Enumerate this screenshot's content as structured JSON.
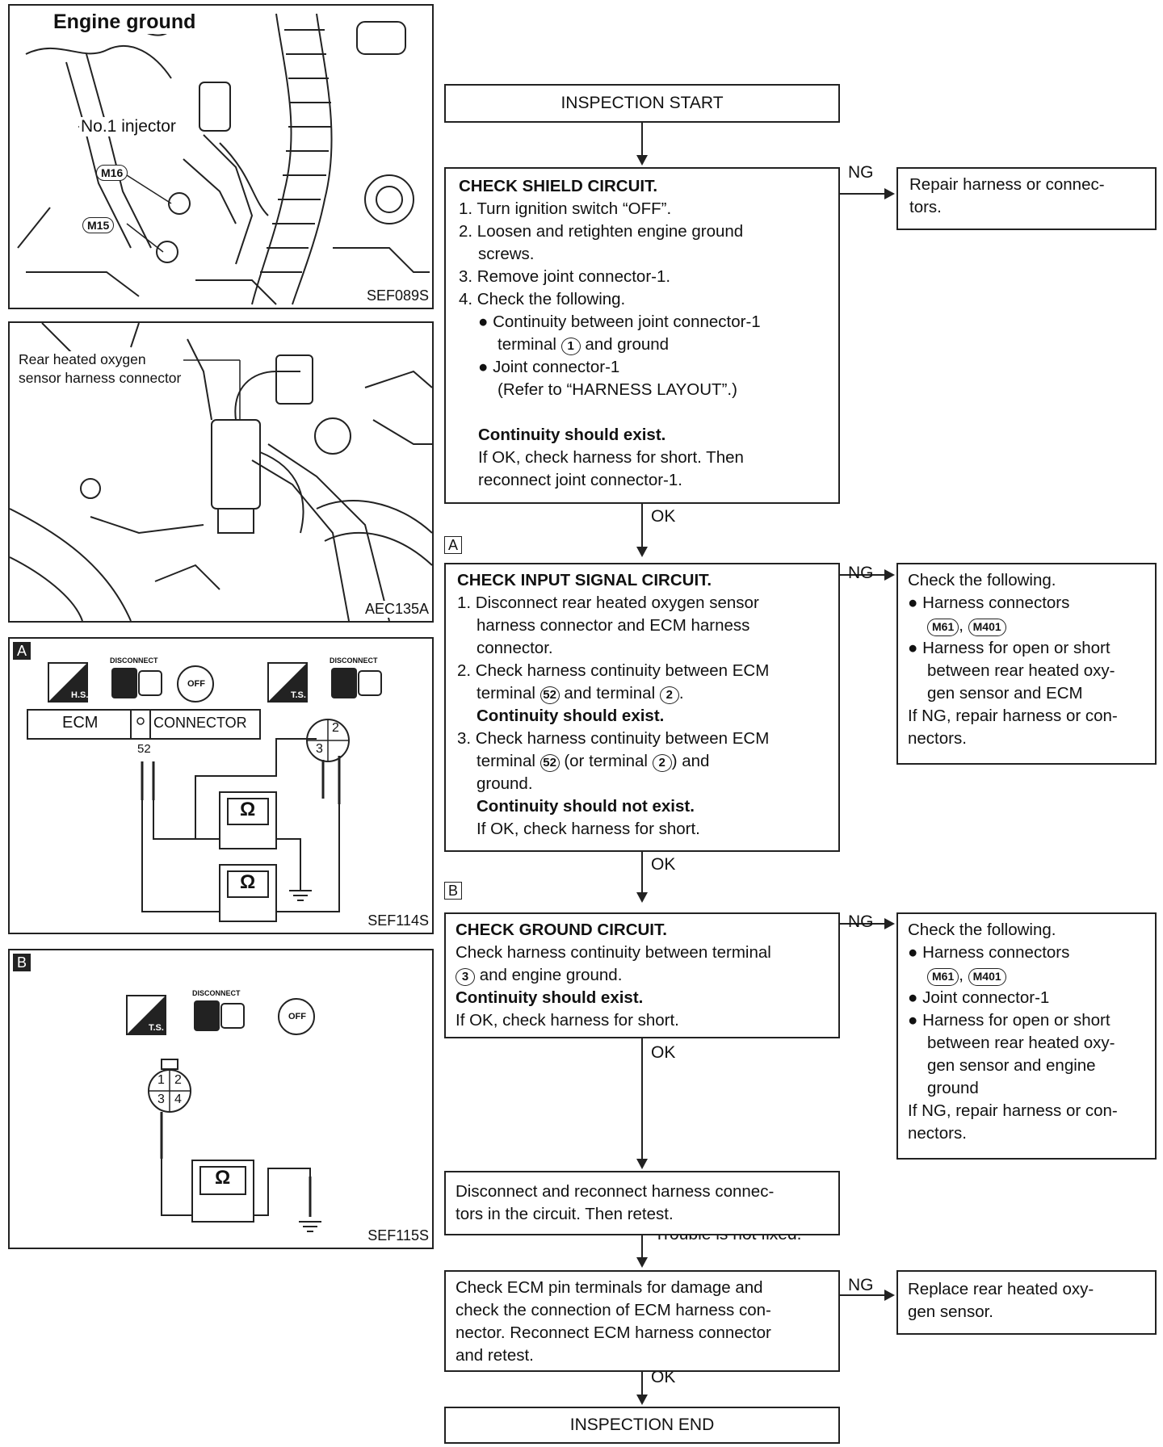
{
  "panels": {
    "p1": {
      "title": "Engine ground",
      "labels": [
        "No.1 injector",
        "M16",
        "M15"
      ],
      "code": "SEF089S"
    },
    "p2": {
      "label_line1": "Rear heated oxygen",
      "label_line2": "sensor harness connector",
      "code": "AEC135A"
    },
    "p3": {
      "tag": "A",
      "ecm": "ECM",
      "connector": "CONNECTOR",
      "pin": "52",
      "conn_pins": [
        "2",
        "3"
      ],
      "hs": "H.S.",
      "ts": "T.S.",
      "disconnect": "DISCONNECT",
      "off": "OFF",
      "ohm": "Ω",
      "code": "SEF114S"
    },
    "p4": {
      "tag": "B",
      "ts": "T.S.",
      "disconnect": "DISCONNECT",
      "off": "OFF",
      "pins": [
        "1",
        "2",
        "3",
        "4"
      ],
      "ohm": "Ω",
      "code": "SEF115S"
    }
  },
  "flow": {
    "start": "INSPECTION START",
    "end": "INSPECTION END",
    "labels": {
      "ng": "NG",
      "ok": "OK",
      "trouble": "Trouble is not fixed."
    },
    "step_tags": {
      "a": "A",
      "b": "B"
    },
    "shield": {
      "title": "CHECK SHIELD CIRCUIT.",
      "s1": "1. Turn ignition switch “OFF”.",
      "s2a": "2. Loosen and retighten engine ground",
      "s2b": "screws.",
      "s3": "3. Remove joint connector-1.",
      "s4": "4. Check the following.",
      "b1a": "● Continuity between joint connector-1",
      "b1b_pre": "terminal",
      "b1b_term": "1",
      "b1b_post": "and ground",
      "b2a": "● Joint connector-1",
      "b2b": "(Refer to “HARNESS LAYOUT”.)",
      "c1": "Continuity should exist.",
      "c2": "If OK, check harness for short. Then",
      "c3": "reconnect joint connector-1."
    },
    "shield_ng": {
      "l1": "Repair harness or connec-",
      "l2": "tors."
    },
    "input": {
      "title": "CHECK INPUT SIGNAL CIRCUIT.",
      "s1a": "1. Disconnect rear heated oxygen sensor",
      "s1b": "harness connector and ECM harness",
      "s1c": "connector.",
      "s2a": "2. Check harness continuity between ECM",
      "s2b_pre": "terminal",
      "s2b_t1": "52",
      "s2b_mid": "and terminal",
      "s2b_t2": "2",
      "s2b_post": ".",
      "s2c": "Continuity should exist.",
      "s3a": "3. Check harness continuity between ECM",
      "s3b_pre": "terminal",
      "s3b_t1": "52",
      "s3b_mid": "(or terminal",
      "s3b_t2": "2",
      "s3b_post": ") and",
      "s3c": "ground.",
      "s3d": "Continuity should not exist.",
      "s3e": "If OK, check harness for short."
    },
    "input_ng": {
      "l1": "Check the following.",
      "l2": "● Harness connectors",
      "m1": "M61",
      "m2": "M401",
      "l4": "● Harness for open or short",
      "l5": "between rear heated oxy-",
      "l6": "gen sensor and ECM",
      "l7": "If NG, repair harness or con-",
      "l8": "nectors."
    },
    "ground": {
      "title": "CHECK GROUND CIRCUIT.",
      "l1": "Check harness continuity between terminal",
      "l2_term": "3",
      "l2_post": "and engine ground.",
      "l3": "Continuity should exist.",
      "l4": "If OK, check harness for short."
    },
    "ground_ng": {
      "l1": "Check the following.",
      "l2": "● Harness connectors",
      "m1": "M61",
      "m2": "M401",
      "l4": "● Joint connector-1",
      "l5": "● Harness for open or short",
      "l6": "between rear heated oxy-",
      "l7": "gen sensor and engine",
      "l8": "ground",
      "l9": "If NG, repair harness or con-",
      "l10": "nectors."
    },
    "reconnect": {
      "l1": "Disconnect and reconnect harness connec-",
      "l2": "tors in the circuit. Then retest."
    },
    "pins": {
      "l1": "Check ECM pin terminals for damage and",
      "l2": "check the connection of ECM harness con-",
      "l3": "nector. Reconnect ECM harness connector",
      "l4": "and retest."
    },
    "pins_ng": {
      "l1": "Replace rear heated oxy-",
      "l2": "gen sensor."
    }
  }
}
